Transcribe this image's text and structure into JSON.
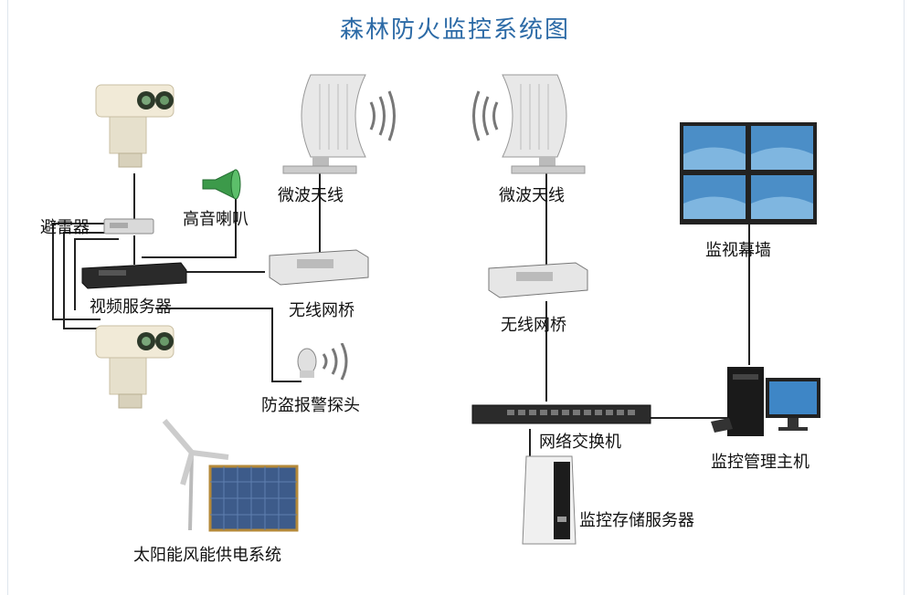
{
  "title": "森林防火监控系统图",
  "labels": {
    "lightning": "避雷器",
    "speaker": "高音喇叭",
    "video_server": "视频服务器",
    "microwave_left": "微波天线",
    "bridge_left": "无线网桥",
    "alarm_probe": "防盗报警探头",
    "power_system": "太阳能风能供电系统",
    "microwave_right": "微波天线",
    "bridge_right": "无线网桥",
    "switch": "网络交换机",
    "storage": "监控存储服务器",
    "video_wall": "监视幕墙",
    "host": "监控管理主机"
  },
  "colors": {
    "title": "#2c6aa6",
    "wire": "#222222",
    "screen": "#3e86c6"
  }
}
